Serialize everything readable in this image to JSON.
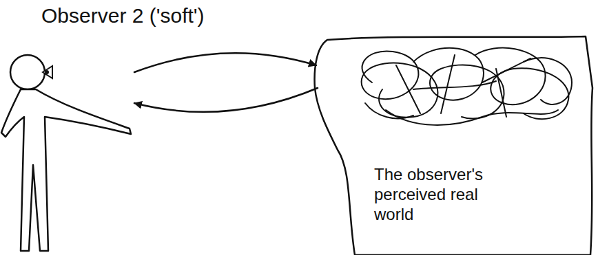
{
  "diagram": {
    "nodes": [
      {
        "text": [
          "Observer 2 ('soft')"
        ]
      },
      {
        "text": [
          "The observer's perceived real world"
        ]
      }
    ],
    "edges": [
      {
        "from": 0,
        "to": 1,
        "arrow": "to"
      },
      {
        "from": 1,
        "to": 0,
        "arrow": "to"
      }
    ]
  }
}
